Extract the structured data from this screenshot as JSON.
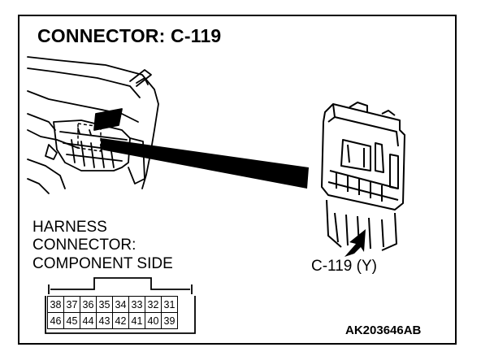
{
  "title": "CONNECTOR: C-119",
  "harness_label": {
    "line1": "HARNESS",
    "line2": "CONNECTOR:",
    "line3": "COMPONENT SIDE"
  },
  "connector_caption": "C-119 (Y)",
  "figure_code": "AK203646AB",
  "pins": {
    "top_row": [
      "38",
      "37",
      "36",
      "35",
      "34",
      "33",
      "32",
      "31"
    ],
    "bottom_row": [
      "46",
      "45",
      "44",
      "43",
      "42",
      "41",
      "40",
      "39"
    ]
  }
}
